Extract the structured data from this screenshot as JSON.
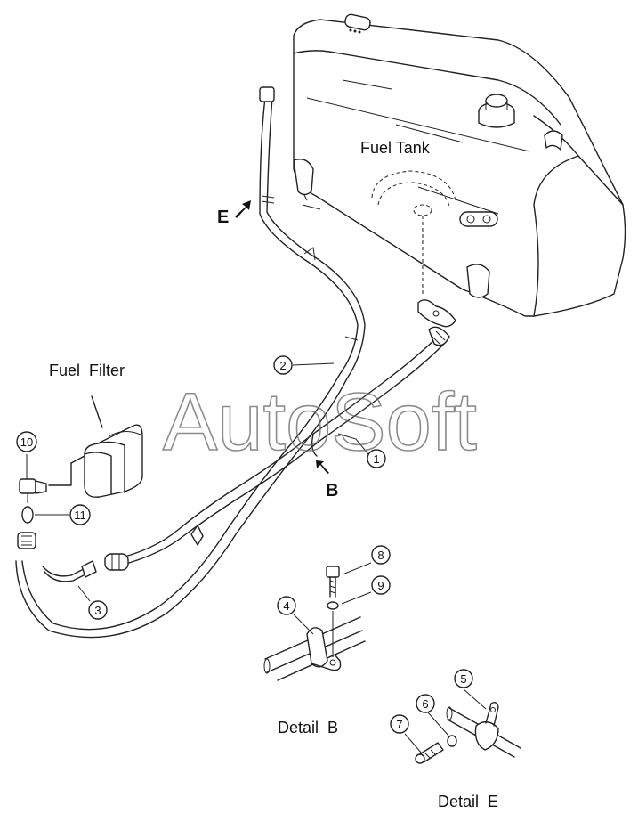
{
  "labels": {
    "fuel_tank": "Fuel Tank",
    "fuel_filter": "Fuel  Filter",
    "detail_b": "Detail  B",
    "detail_e": "Detail  E",
    "view_b": "B",
    "view_e": "E"
  },
  "watermark": "AutoSoft",
  "callouts": [
    "1",
    "2",
    "3",
    "4",
    "5",
    "6",
    "7",
    "8",
    "9",
    "10",
    "11"
  ],
  "colors": {
    "line": "#222222",
    "background": "#ffffff",
    "watermark": "#666666"
  }
}
